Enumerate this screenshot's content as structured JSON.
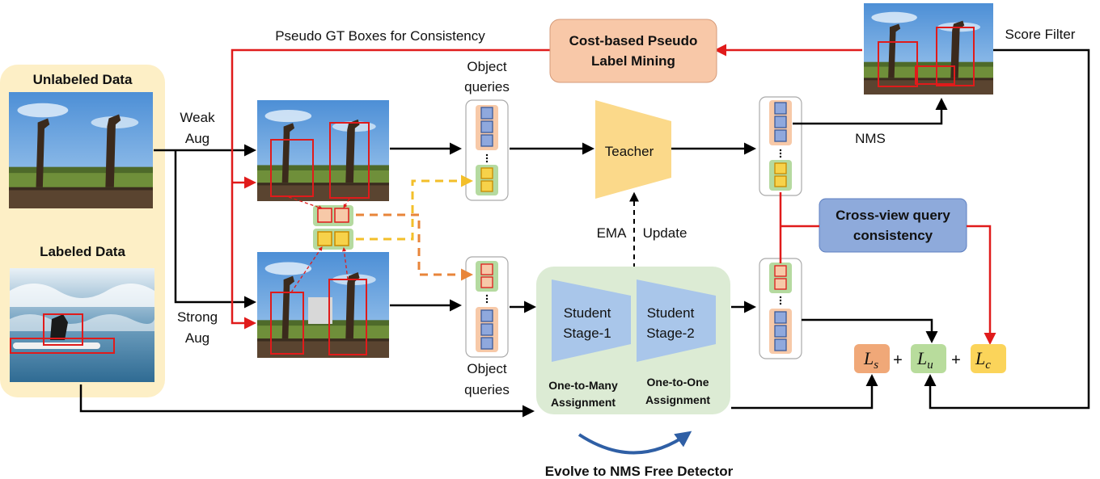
{
  "colors": {
    "data_panel": "#fdefc6",
    "teacher": "#fbd98a",
    "student": "#a9c6ea",
    "student_panel": "#dcebd4",
    "mining_box": "#f8c8a8",
    "cross_view_box": "#8eaadb",
    "red_arrow": "#e01b1b",
    "orange_dash": "#e8853a",
    "yellow_dash": "#f3bf2a",
    "query_blue": "#8fa8dd",
    "query_orange_bg": "#f7c9a8",
    "query_green_bg": "#b5daa0",
    "query_yellow": "#f7d24a",
    "loss_s": "#f0a878",
    "loss_u": "#b8dc9c",
    "loss_c": "#fbd45a"
  },
  "labels": {
    "unlabeled_data": "Unlabeled Data",
    "labeled_data": "Labeled Data",
    "weak_aug_1": "Weak",
    "weak_aug_2": "Aug",
    "strong_aug_1": "Strong",
    "strong_aug_2": "Aug",
    "pseudo_gt": "Pseudo GT Boxes for Consistency",
    "mining_1": "Cost-based Pseudo",
    "mining_2": "Label Mining",
    "score_filter": "Score Filter",
    "object_queries_top_1": "Object",
    "object_queries_top_2": "queries",
    "object_queries_bottom_1": "Object",
    "object_queries_bottom_2": "queries",
    "teacher": "Teacher",
    "nms": "NMS",
    "ema": "EMA",
    "update": "Update",
    "cross_view_1": "Cross-view query",
    "cross_view_2": "consistency",
    "student1_1": "Student",
    "student1_2": "Stage-1",
    "student2_1": "Student",
    "student2_2": "Stage-2",
    "assign1_1": "One-to-Many",
    "assign1_2": "Assignment",
    "assign2_1": "One-to-One",
    "assign2_2": "Assignment",
    "evolve": "Evolve to NMS Free Detector",
    "loss_s_main": "L",
    "loss_s_sub": "s",
    "loss_u_main": "L",
    "loss_u_sub": "u",
    "loss_c_main": "L",
    "loss_c_sub": "c",
    "plus_1": "+",
    "plus_2": "+"
  }
}
